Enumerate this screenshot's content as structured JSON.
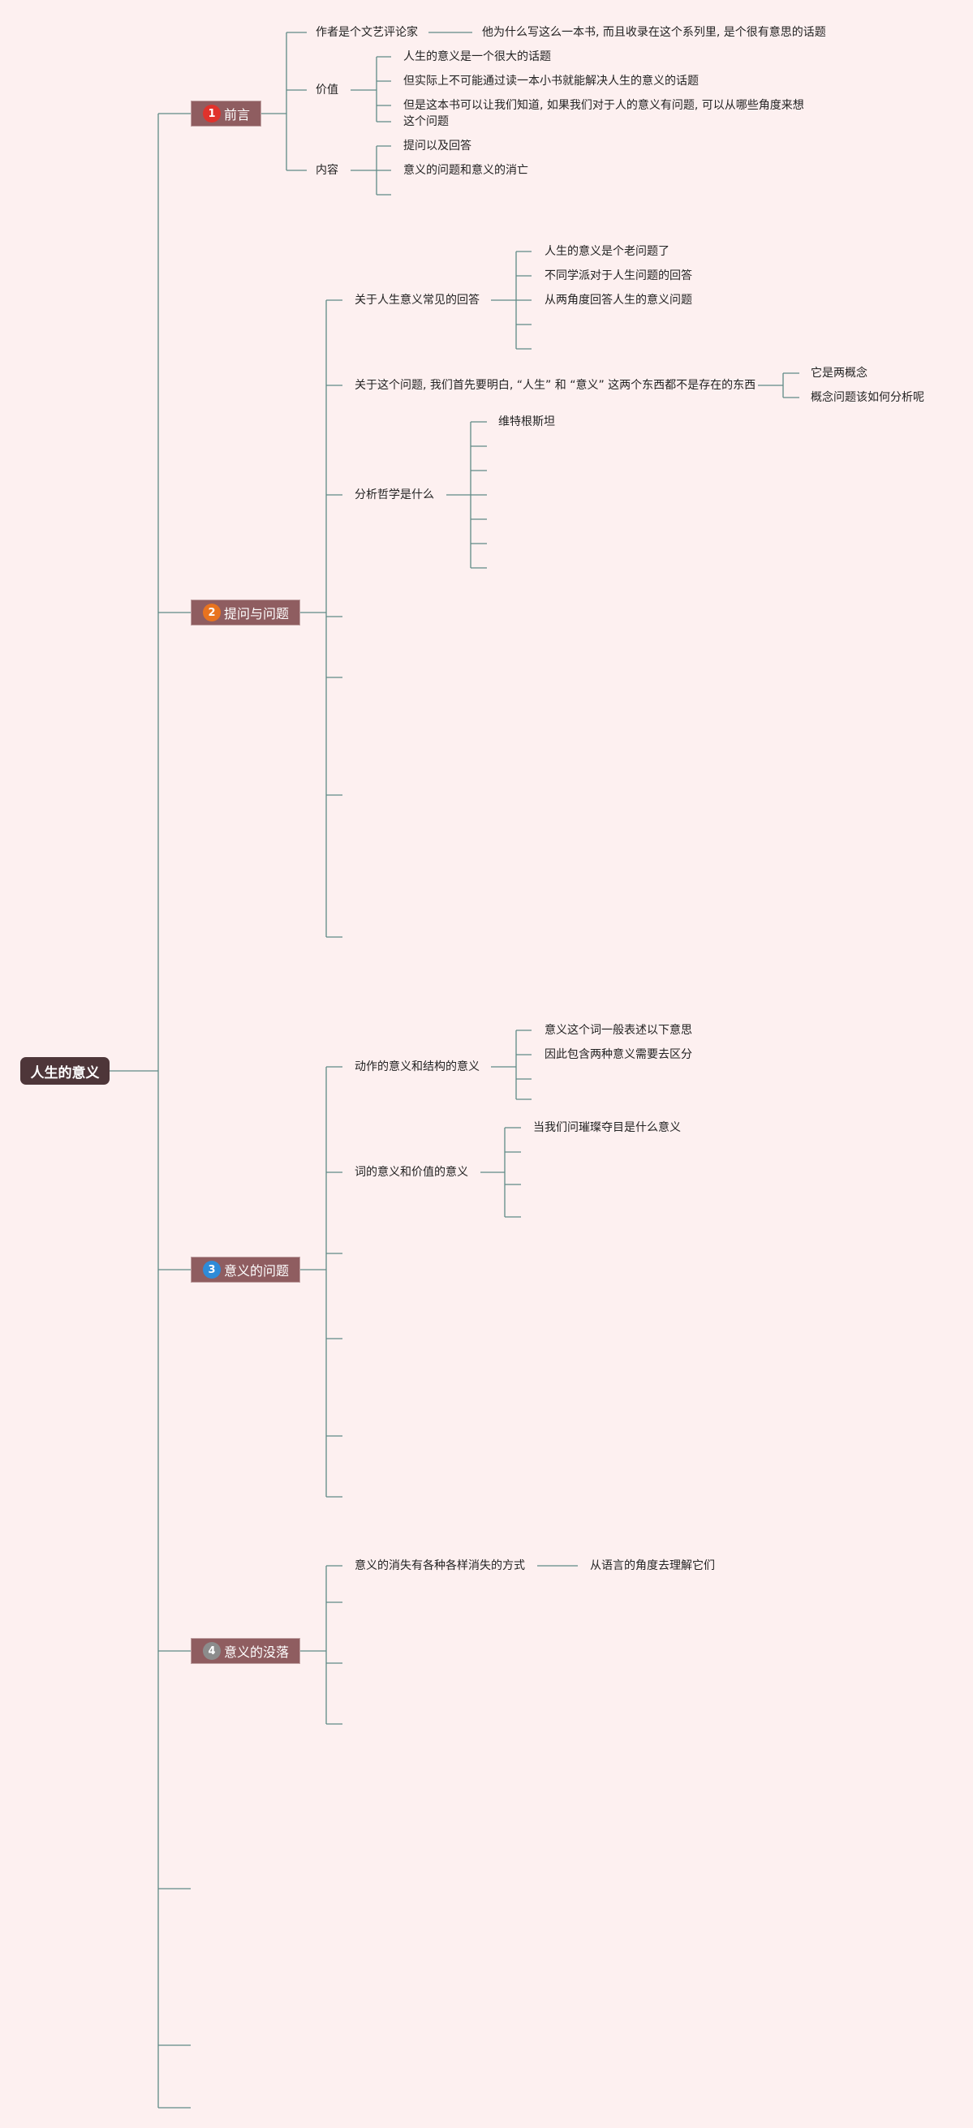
{
  "root": "人生的意义",
  "sections": [
    {
      "num": "1",
      "color": "#e0322c",
      "label": "前言"
    },
    {
      "num": "2",
      "color": "#e8731f",
      "label": "提问与问题"
    },
    {
      "num": "3",
      "color": "#2e8bd8",
      "label": "意义的问题"
    },
    {
      "num": "4",
      "color": "#8c8c8c",
      "label": "意义的没落"
    }
  ],
  "s1": {
    "author": "作者是个文艺评论家",
    "author_note": "他为什么写这么一本书, 而且收录在这个系列里, 是个很有意思的话题",
    "value": "价值",
    "value_items": [
      "人生的意义是一个很大的话题",
      "但实际上不可能通过读一本小书就能解决人生的意义的话题",
      "但是这本书可以让我们知道, 如果我们对于人的意义有问题, 可以从哪些角度来想",
      "这个问题"
    ],
    "content": "内容",
    "content_items": [
      "提问以及回答",
      "意义的问题和意义的消亡"
    ]
  },
  "s2": {
    "common": "关于人生意义常见的回答",
    "common_items": [
      "人生的意义是个老问题了",
      "不同学派对于人生问题的回答",
      "从两角度回答人生的意义问题"
    ],
    "clarify": "关于这个问题, 我们首先要明白, “人生” 和 “意义” 这两个东西都不是存在的东西",
    "clarify_items": [
      "它是两概念",
      "概念问题该如何分析呢"
    ],
    "philosophy": "分析哲学是什么",
    "philosophy_items": [
      "维特根斯坦"
    ]
  },
  "s3": {
    "action": "动作的意义和结构的意义",
    "action_items": [
      "意义这个词一般表述以下意思",
      "因此包含两种意义需要去区分"
    ],
    "word": "词的意义和价值的意义",
    "word_items": [
      "当我们问璀璨夺目是什么意义"
    ]
  },
  "s4": {
    "vanish": "意义的消失有各种各样消失的方式",
    "vanish_note": "从语言的角度去理解它们"
  }
}
